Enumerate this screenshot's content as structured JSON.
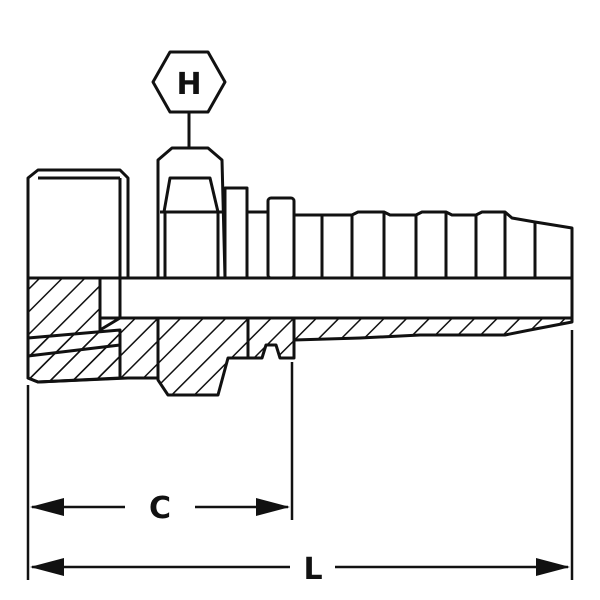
{
  "diagram": {
    "hex_label": "H",
    "dimension_c_label": "C",
    "dimension_l_label": "L",
    "line_color": "#111111",
    "background_color": "#ffffff"
  }
}
